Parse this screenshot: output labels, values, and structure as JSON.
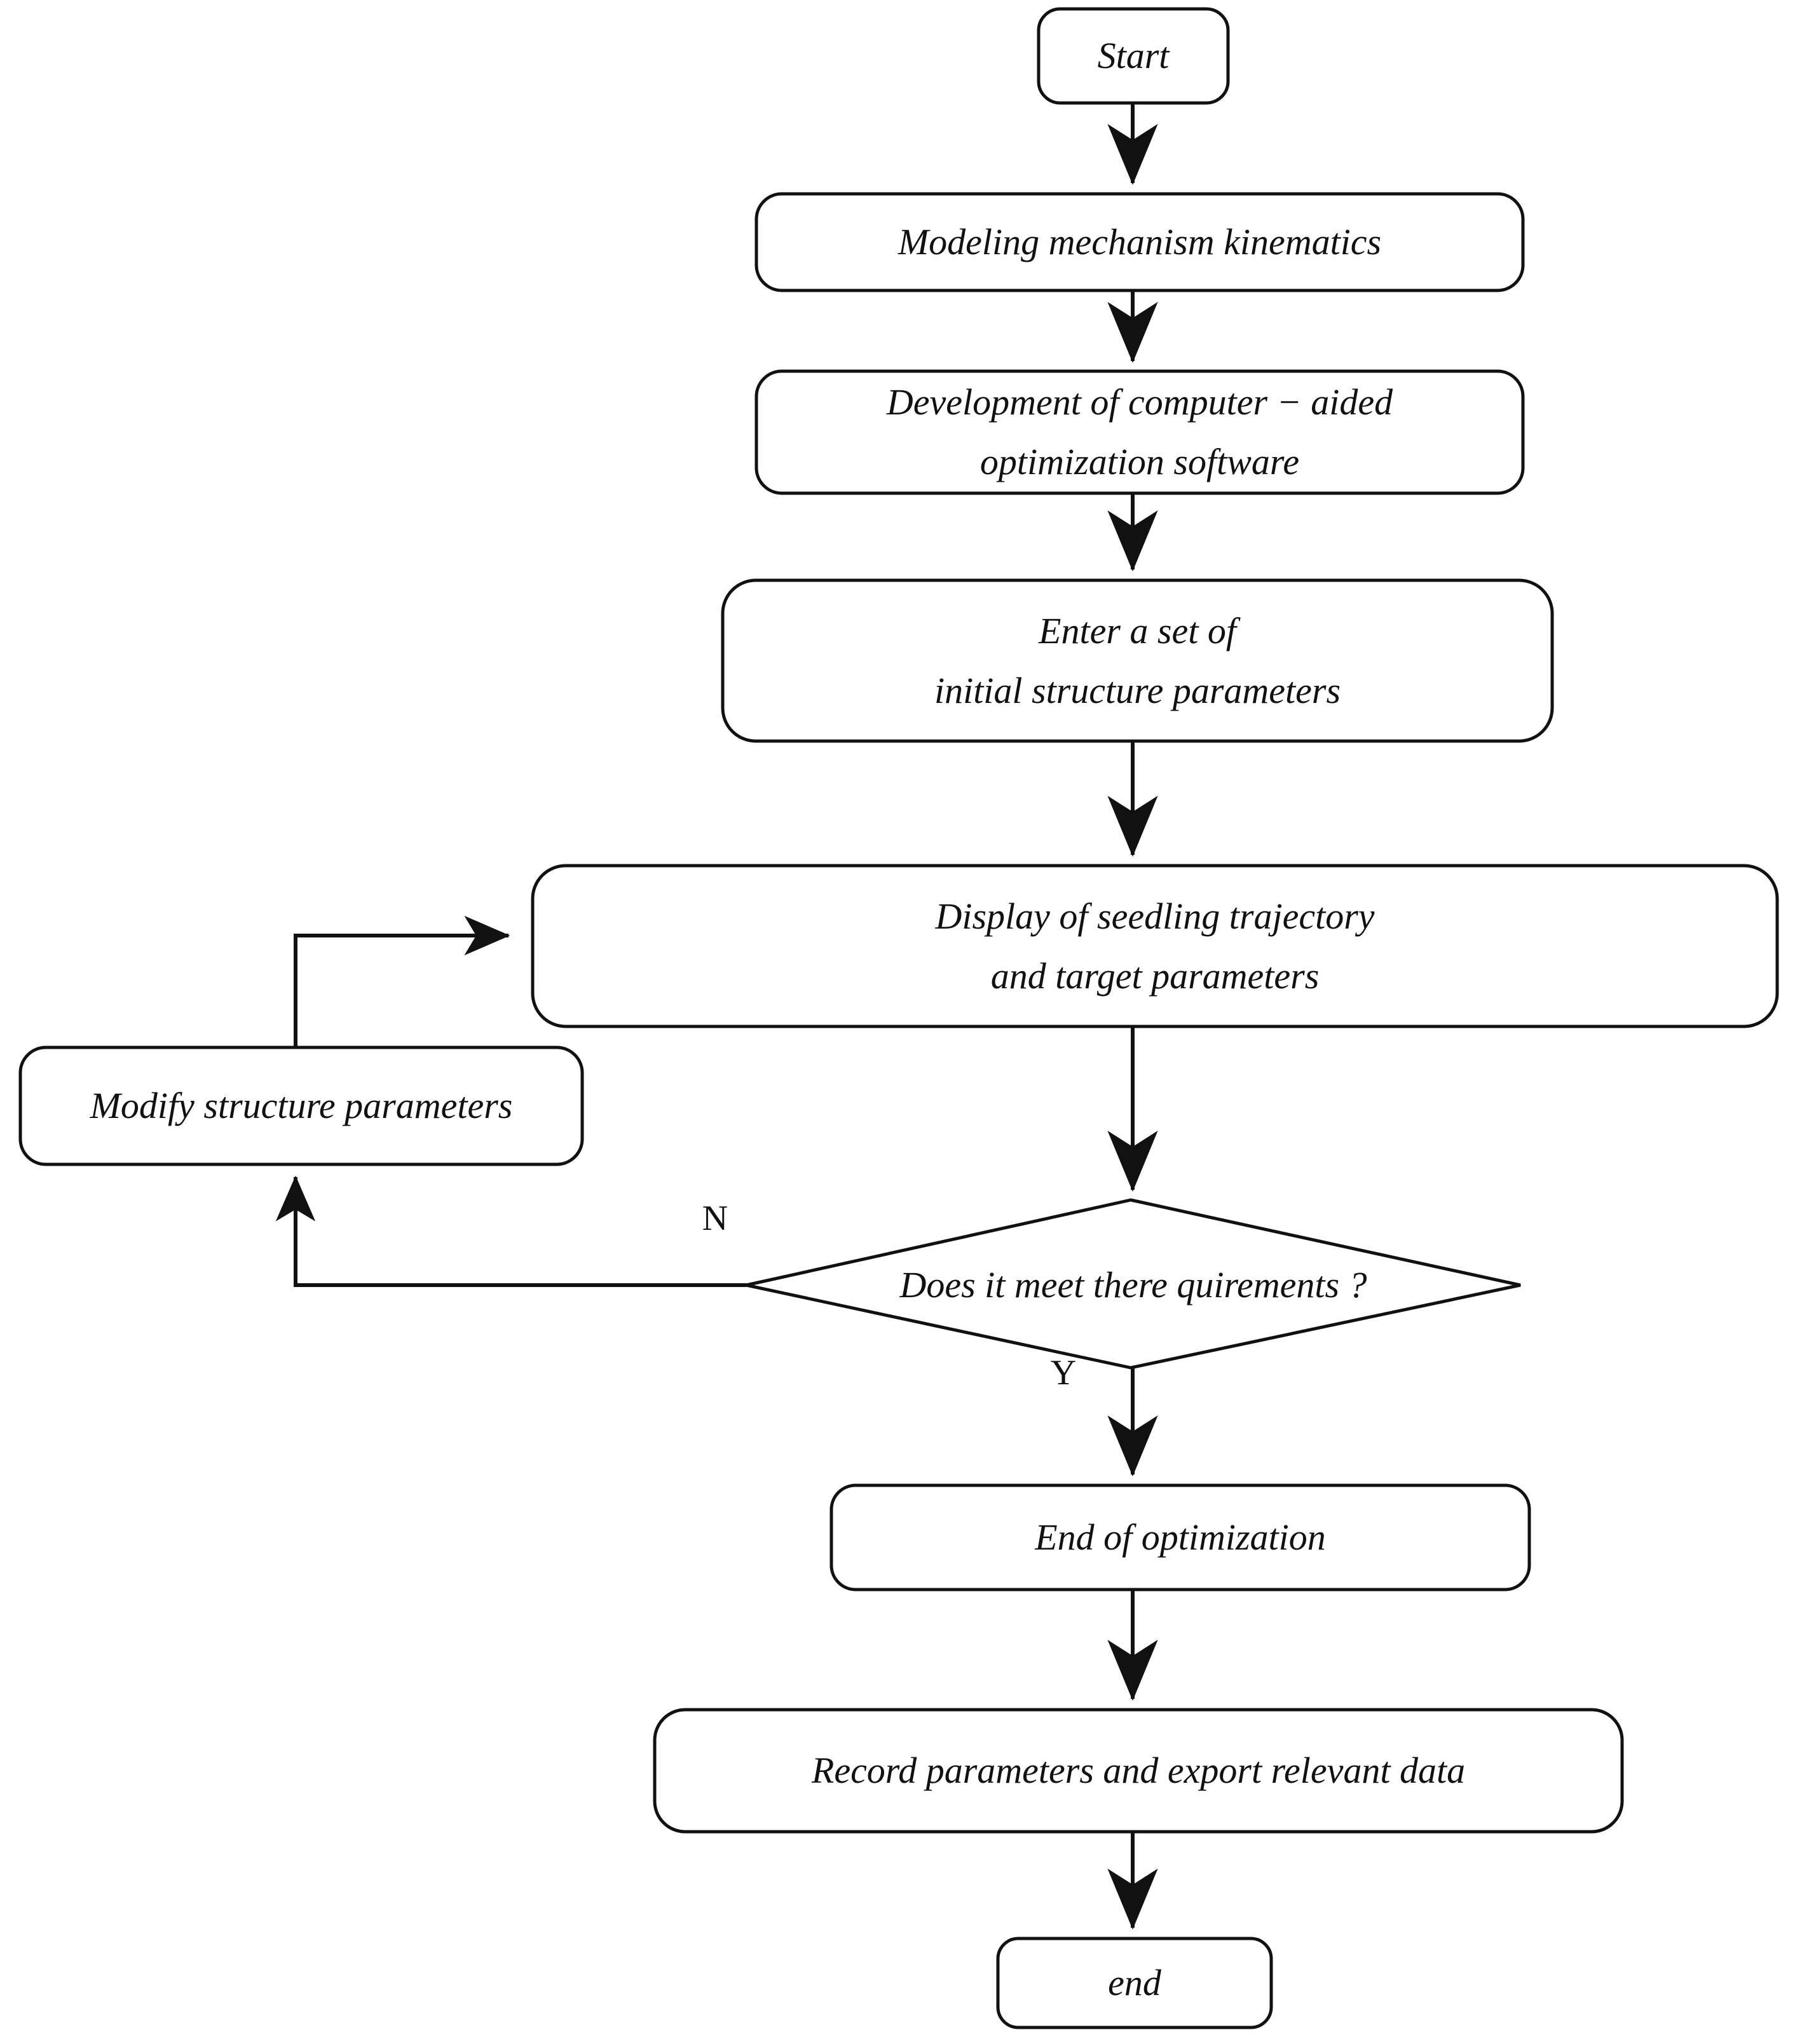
{
  "diagram": {
    "title": "Computer-aided optimization flowchart",
    "stroke_color": "#111111",
    "fill_color": "#ffffff",
    "background": "#ffffff"
  },
  "nodes": {
    "start": {
      "label": "Start",
      "shape": "rounded-rectangle"
    },
    "modeling": {
      "label": "Modeling mechanism kinematics",
      "shape": "rounded-rectangle"
    },
    "development": {
      "line1": "Development of computer − aided",
      "line2": "optimization software",
      "shape": "rounded-rectangle"
    },
    "enter_params": {
      "line1": "Enter a set of",
      "line2": "initial structure parameters",
      "shape": "rounded-rectangle"
    },
    "display": {
      "line1": "Display of seedling trajectory",
      "line2": "and target parameters",
      "shape": "rounded-rectangle"
    },
    "modify": {
      "label": "Modify structure parameters",
      "shape": "rounded-rectangle"
    },
    "decision": {
      "label": "Does it meet there quirements ?",
      "shape": "diamond"
    },
    "end_opt": {
      "label": "End of optimization",
      "shape": "rounded-rectangle"
    },
    "record": {
      "label": "Record parameters and export relevant data",
      "shape": "rounded-rectangle"
    },
    "end": {
      "label": "end",
      "shape": "rounded-rectangle"
    }
  },
  "edge_labels": {
    "no": "N",
    "yes": "Y"
  },
  "chart_data": {
    "type": "flowchart",
    "title": "Computer-aided optimization flowchart",
    "nodes": [
      {
        "id": "start",
        "text": "Start",
        "shape": "rounded-rectangle"
      },
      {
        "id": "modeling",
        "text": "Modeling mechanism kinematics",
        "shape": "rounded-rectangle"
      },
      {
        "id": "development",
        "text": "Development of computer − aided optimization software",
        "shape": "rounded-rectangle"
      },
      {
        "id": "enter_params",
        "text": "Enter a set of initial structure parameters",
        "shape": "rounded-rectangle"
      },
      {
        "id": "display",
        "text": "Display of seedling trajectory and target parameters",
        "shape": "rounded-rectangle"
      },
      {
        "id": "modify",
        "text": "Modify structure parameters",
        "shape": "rounded-rectangle"
      },
      {
        "id": "decision",
        "text": "Does it meet there quirements ?",
        "shape": "diamond"
      },
      {
        "id": "end_opt",
        "text": "End of optimization",
        "shape": "rounded-rectangle"
      },
      {
        "id": "record",
        "text": "Record parameters and export relevant data",
        "shape": "rounded-rectangle"
      },
      {
        "id": "end",
        "text": "end",
        "shape": "rounded-rectangle"
      }
    ],
    "edges": [
      {
        "from": "start",
        "to": "modeling",
        "label": ""
      },
      {
        "from": "modeling",
        "to": "development",
        "label": ""
      },
      {
        "from": "development",
        "to": "enter_params",
        "label": ""
      },
      {
        "from": "enter_params",
        "to": "display",
        "label": ""
      },
      {
        "from": "display",
        "to": "decision",
        "label": ""
      },
      {
        "from": "decision",
        "to": "modify",
        "label": "N"
      },
      {
        "from": "modify",
        "to": "display",
        "label": ""
      },
      {
        "from": "decision",
        "to": "end_opt",
        "label": "Y"
      },
      {
        "from": "end_opt",
        "to": "record",
        "label": ""
      },
      {
        "from": "record",
        "to": "end",
        "label": ""
      }
    ]
  }
}
